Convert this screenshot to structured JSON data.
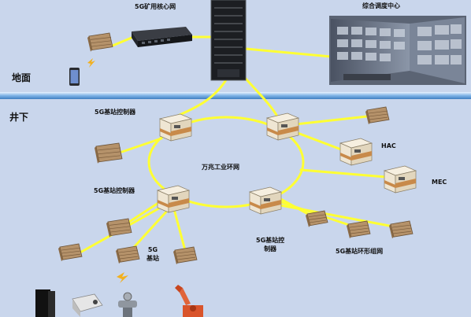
{
  "labels": {
    "core_network": "5G矿用核心网",
    "dispatch_center": "综合调度中心",
    "surface": "地面",
    "underground": "井下",
    "controller_a": "5G基站控制器",
    "controller_b": "5G基站控制器",
    "controller_c": "5G基站控\n制器",
    "ring_network": "万兆工业环网",
    "hac": "HAC",
    "mec": "MEC",
    "base_station": "5G\n基站",
    "ring_group": "5G基站环形组网"
  },
  "colors": {
    "background": "#c9d6ec",
    "link": "#ffff33",
    "divider": "#7fb4e6",
    "device_beige": "#efe6d3",
    "device_orange": "#c88a4a",
    "antenna_brown": "#b5926a",
    "server_dark": "#222222",
    "lightning": "#f2b01e"
  }
}
